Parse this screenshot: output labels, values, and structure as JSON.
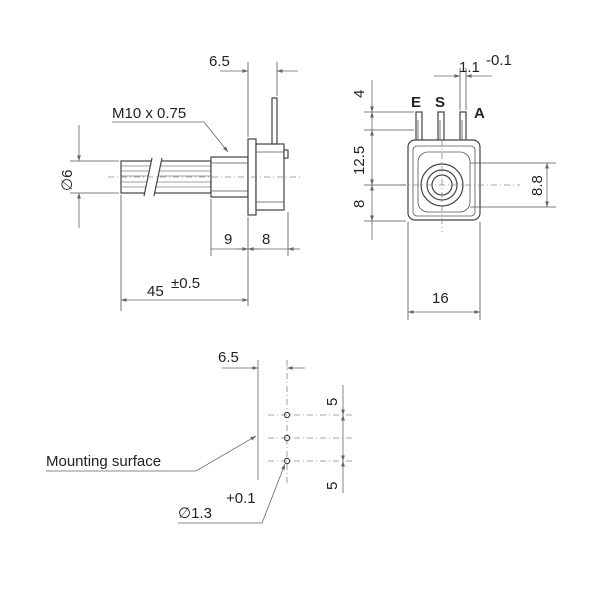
{
  "labels": {
    "side_top_offset": "6.5",
    "thread": "M10 x 0.75",
    "shaft_diameter_symbol": "∅",
    "shaft_diameter": "6",
    "bushing_length": "9",
    "body_depth": "8",
    "shaft_length": "45",
    "shaft_length_tol": "±0.5",
    "front_top_offset": "4",
    "pin_spacing": "12.5",
    "body_lower": "8",
    "shaft_center": "8.8",
    "body_width": "16",
    "pin_pitch": "1.1",
    "pin_pitch_tol": "-0.1",
    "pin_e": "E",
    "pin_s": "S",
    "pin_a": "A",
    "pcb_offset": "6.5",
    "hole_pitch_top": "5",
    "hole_pitch_bottom": "5",
    "mounting_surface": "Mounting surface",
    "hole_symbol": "∅",
    "hole_diameter": "1.3",
    "hole_tol": "+0.1"
  }
}
